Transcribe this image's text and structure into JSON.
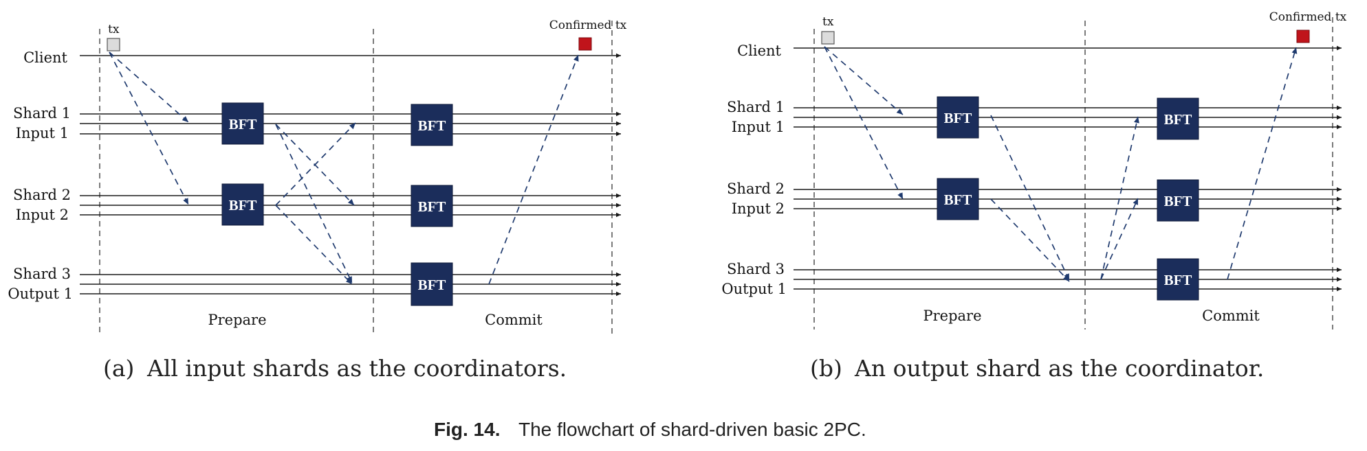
{
  "colors": {
    "bft_box": "#1b2d5b",
    "message_arrow": "#1f3a6e",
    "client_label": "#1f3a6e",
    "tx_box": "#dcdcdc",
    "confirmed_box": "#c0141b"
  },
  "panel_a": {
    "tx_label": "tx",
    "confirmed_label": "Confirmed tx",
    "client_label": "Client",
    "shard1_label": "Shard 1",
    "input1_label": "Input 1",
    "shard2_label": "Shard 2",
    "input2_label": "Input 2",
    "shard3_label": "Shard 3",
    "output1_label": "Output 1",
    "bft_label": "BFT",
    "prepare_label": "Prepare",
    "commit_label": "Commit",
    "subcaption_tag": "(a)",
    "subcaption_text": "All input shards as the coordinators."
  },
  "panel_b": {
    "tx_label": "tx",
    "confirmed_label": "Confirmed tx",
    "client_label": "Client",
    "shard1_label": "Shard 1",
    "input1_label": "Input 1",
    "shard2_label": "Shard 2",
    "input2_label": "Input 2",
    "shard3_label": "Shard 3",
    "output1_label": "Output 1",
    "bft_label": "BFT",
    "prepare_label": "Prepare",
    "commit_label": "Commit",
    "subcaption_tag": "(b)",
    "subcaption_text": "An output shard as the coordinator."
  },
  "figure": {
    "label": "Fig. 14.",
    "caption": "The flowchart of shard-driven basic 2PC."
  }
}
